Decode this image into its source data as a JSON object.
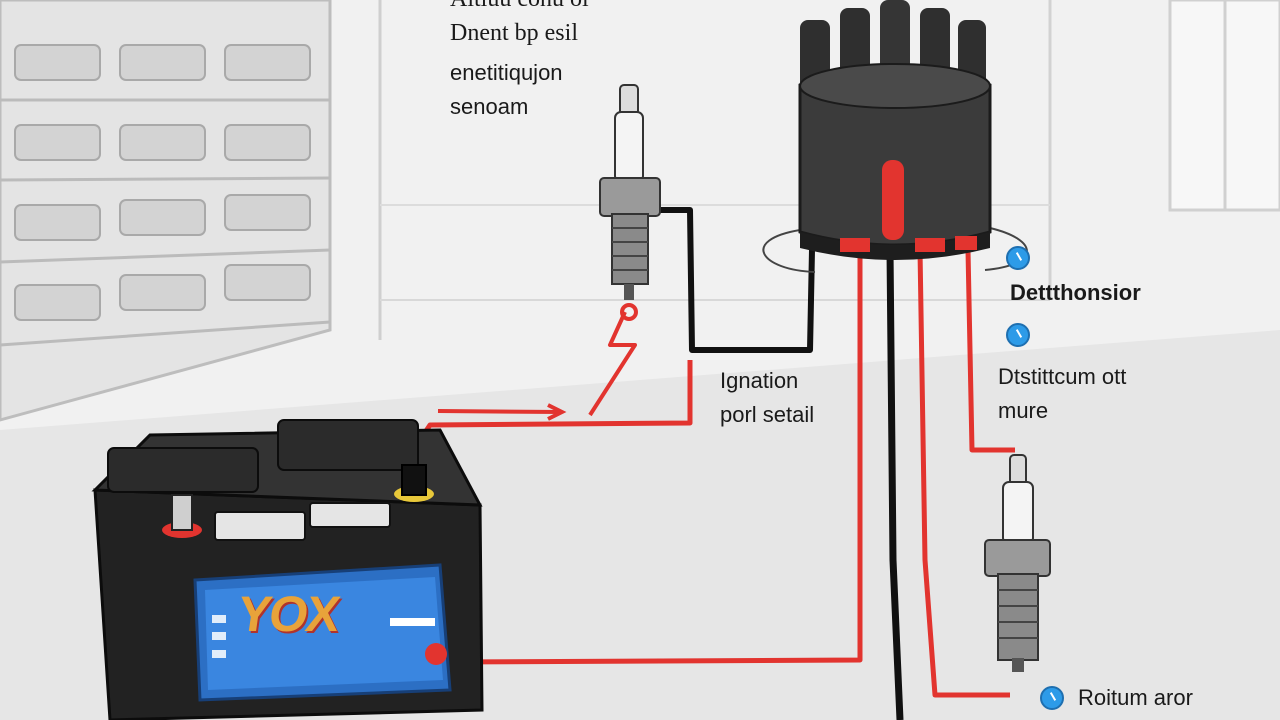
{
  "labels": {
    "top_partial": "Aitiuu conu oi",
    "title_line1": "Dnent bp esil",
    "title_line2": "enetitiqujon",
    "title_line3": "senoam",
    "ignition_line1": "Ignation",
    "ignition_line2": "porl setail",
    "distributor": "Dettthonsior",
    "distrib_wire_line1": "Dtstittcum ott",
    "distrib_wire_line2": "mure",
    "rotor": "Roitum aror"
  },
  "battery": {
    "brand": "YOX"
  },
  "colors": {
    "wire_red": "#e2342f",
    "wire_black": "#111111",
    "battery_body": "#222222",
    "battery_label_blue": "#2c6fc4",
    "distributor_cap": "#3b3b3b",
    "marker_blue": "#2d9be8",
    "wall": "#efefef"
  },
  "icons": {
    "marker": "blue-circle-marker-icon"
  }
}
